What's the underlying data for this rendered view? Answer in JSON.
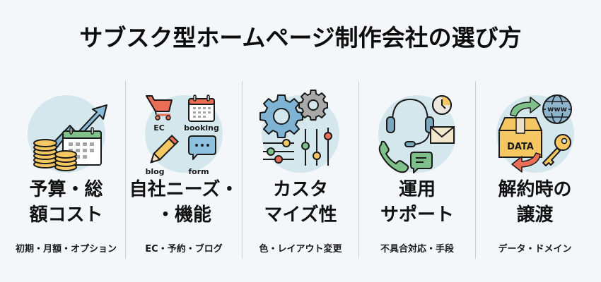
{
  "title": "サブスク型ホームページ制作会社の選び方",
  "colors": {
    "background": "#f3f7fa",
    "circle": "#d3e7ec",
    "divider": "#c9d0d6",
    "blue": "#7fb3d3",
    "green": "#7fc08a",
    "yellow": "#f5c763",
    "red": "#ea6d55",
    "gray": "#a9a9a9"
  },
  "columns": [
    {
      "icon": "budget-cost-icon",
      "heading_line1": "予算・総",
      "heading_line2": "額コスト",
      "subtitle": "初期・月額・オプション"
    },
    {
      "icon": "features-icon",
      "icon_labels": {
        "ec": "EC",
        "booking": "booking",
        "blog": "blog",
        "form": "form"
      },
      "heading_line1": "自社ニーズ・",
      "heading_line2": "・機能",
      "subtitle": "EC・予約・ブログ"
    },
    {
      "icon": "customize-icon",
      "heading_line1": "カスタ",
      "heading_line2": "マイズ性",
      "subtitle": "色・レイアウト変更"
    },
    {
      "icon": "support-icon",
      "heading_line1": "運用",
      "heading_line2": "サポート",
      "subtitle": "不具合対応・手段"
    },
    {
      "icon": "transfer-icon",
      "icon_labels": {
        "box": "DATA",
        "globe": "www"
      },
      "heading_line1": "解約時の",
      "heading_line2": "譲渡",
      "subtitle": "データ・ドメイン"
    }
  ]
}
